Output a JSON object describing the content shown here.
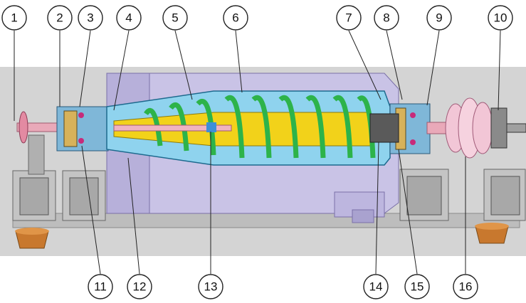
{
  "callouts": [
    {
      "label": "1"
    },
    {
      "label": "2"
    },
    {
      "label": "3"
    },
    {
      "label": "4"
    },
    {
      "label": "5"
    },
    {
      "label": "6"
    },
    {
      "label": "7"
    },
    {
      "label": "8"
    },
    {
      "label": "9"
    },
    {
      "label": "10"
    },
    {
      "label": "11"
    },
    {
      "label": "12"
    },
    {
      "label": "13"
    },
    {
      "label": "14"
    },
    {
      "label": "15"
    },
    {
      "label": "16"
    }
  ],
  "colors": {
    "frame_bg": "#d4d4d4",
    "housing": "#c9c3e6",
    "bowl": "#8fd3ee",
    "screw_flights": "#2db34a",
    "conveyor_core": "#f2d21a",
    "shaft": "#e9a9b9",
    "feet": "#c8782e",
    "gearbox": "#f2c6d6"
  }
}
